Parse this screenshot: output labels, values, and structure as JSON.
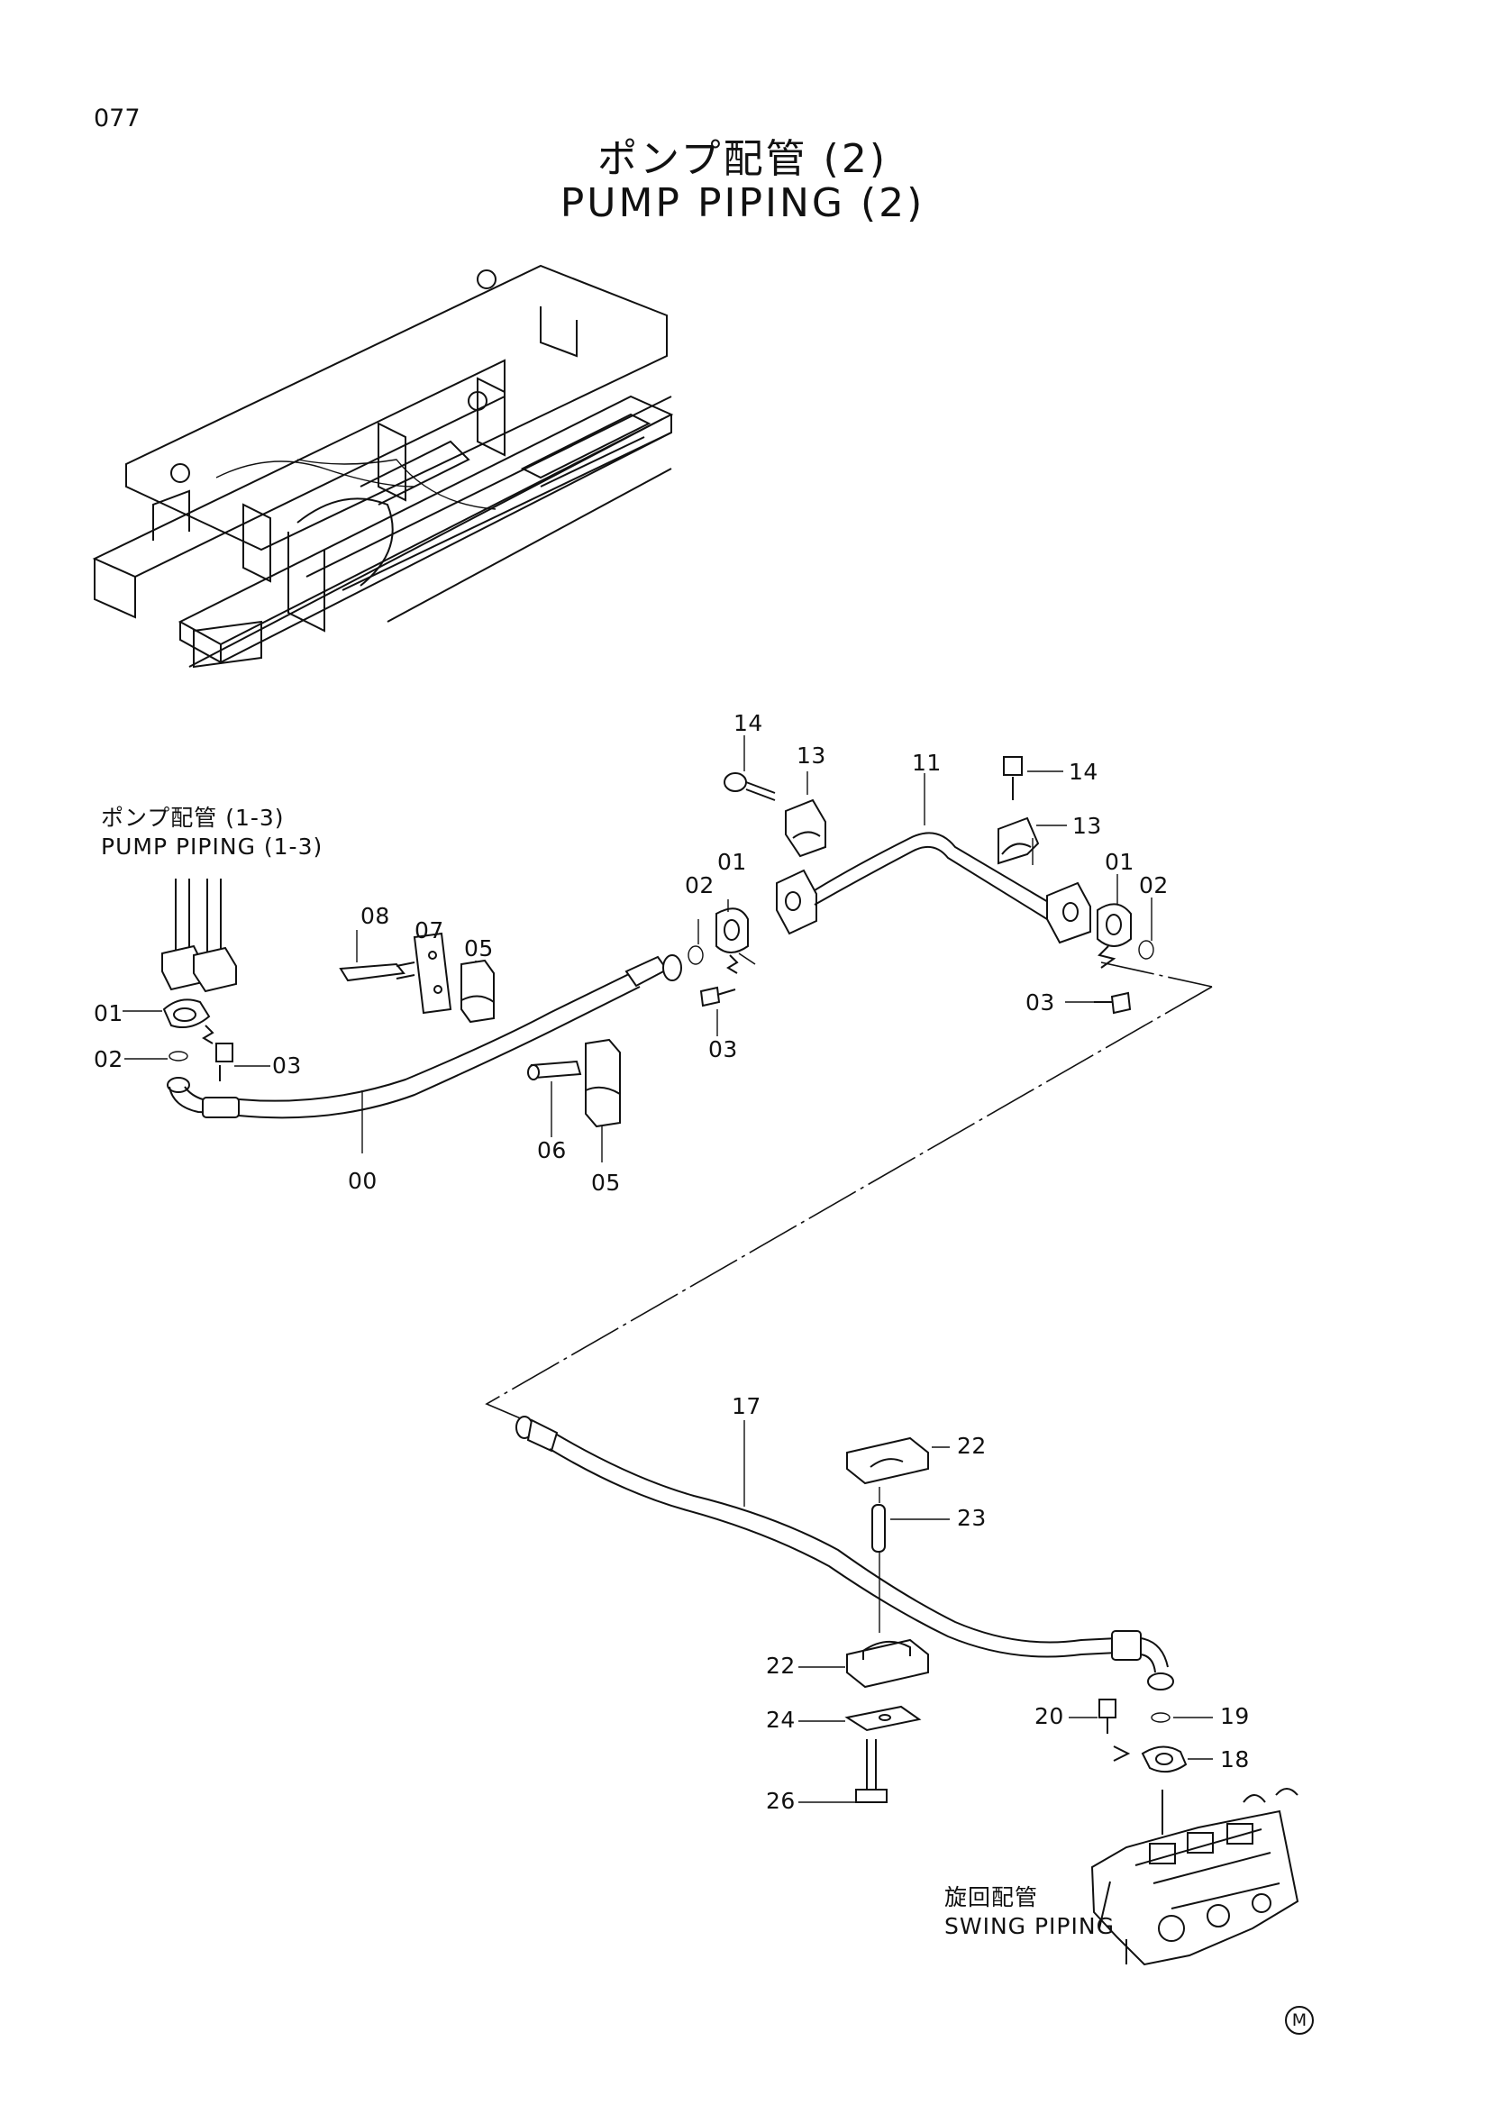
{
  "header": {
    "page_number": "077",
    "title_ja": "ポンプ配管 (2)",
    "title_en": "PUMP PIPING (2)"
  },
  "references": {
    "pump_piping_ja": "ポンプ配管 (1-3)",
    "pump_piping_en": "PUMP PIPING (1-3)",
    "swing_piping_ja": "旋回配管",
    "swing_piping_en": "SWING PIPING"
  },
  "callouts": {
    "c00": "00",
    "c01_left": "01",
    "c01_mid": "01",
    "c01_right": "01",
    "c02_left": "02",
    "c02_mid": "02",
    "c02_right": "02",
    "c03_left": "03",
    "c03_mid": "03",
    "c03_right": "03",
    "c05_top": "05",
    "c05_bottom": "05",
    "c06": "06",
    "c07": "07",
    "c08": "08",
    "c11": "11",
    "c13_left": "13",
    "c13_right": "13",
    "c14_left": "14",
    "c14_right": "14",
    "c17": "17",
    "c18": "18",
    "c19": "19",
    "c20": "20",
    "c22_top": "22",
    "c22_bottom": "22",
    "c23": "23",
    "c24": "24",
    "c26": "26"
  },
  "footer_mark": "M"
}
